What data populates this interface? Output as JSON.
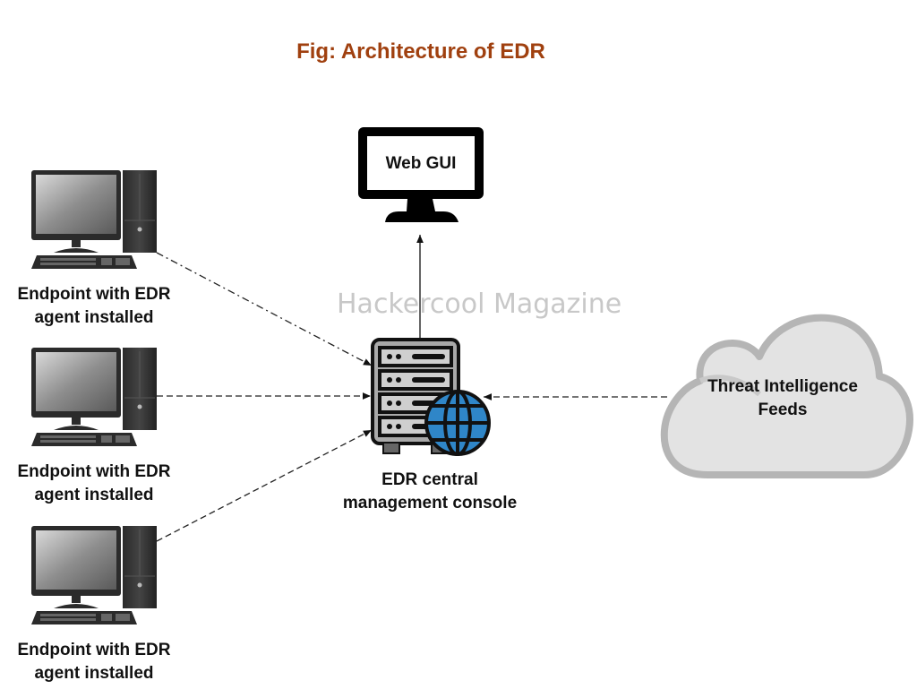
{
  "title": "Fig: Architecture of EDR",
  "watermark": "Hackercool Magazine",
  "nodes": {
    "endpoints": [
      {
        "label_line1": "Endpoint with EDR",
        "label_line2": "agent installed",
        "icon": "desktop-computer-icon",
        "connection": "dash-dot"
      },
      {
        "label_line1": "Endpoint with EDR",
        "label_line2": "agent installed",
        "icon": "desktop-computer-icon",
        "connection": "dashed"
      },
      {
        "label_line1": "Endpoint with EDR",
        "label_line2": "agent installed",
        "icon": "desktop-computer-icon",
        "connection": "dashed"
      }
    ],
    "web_gui": {
      "label": "Web GUI",
      "icon": "monitor-icon"
    },
    "console": {
      "label_line1": "EDR central",
      "label_line2": "management console",
      "icon": "server-globe-icon"
    },
    "threat_feeds": {
      "label_line1": "Threat Intelligence",
      "label_line2": "Feeds",
      "icon": "cloud-icon"
    }
  },
  "colors": {
    "title": "#a0400f",
    "globe": "#2f86c8",
    "server_body": "#a9a9a9",
    "cloud_fill": "#e3e3e3",
    "cloud_stroke": "#b5b5b5",
    "watermark": "#c8c8c8"
  }
}
